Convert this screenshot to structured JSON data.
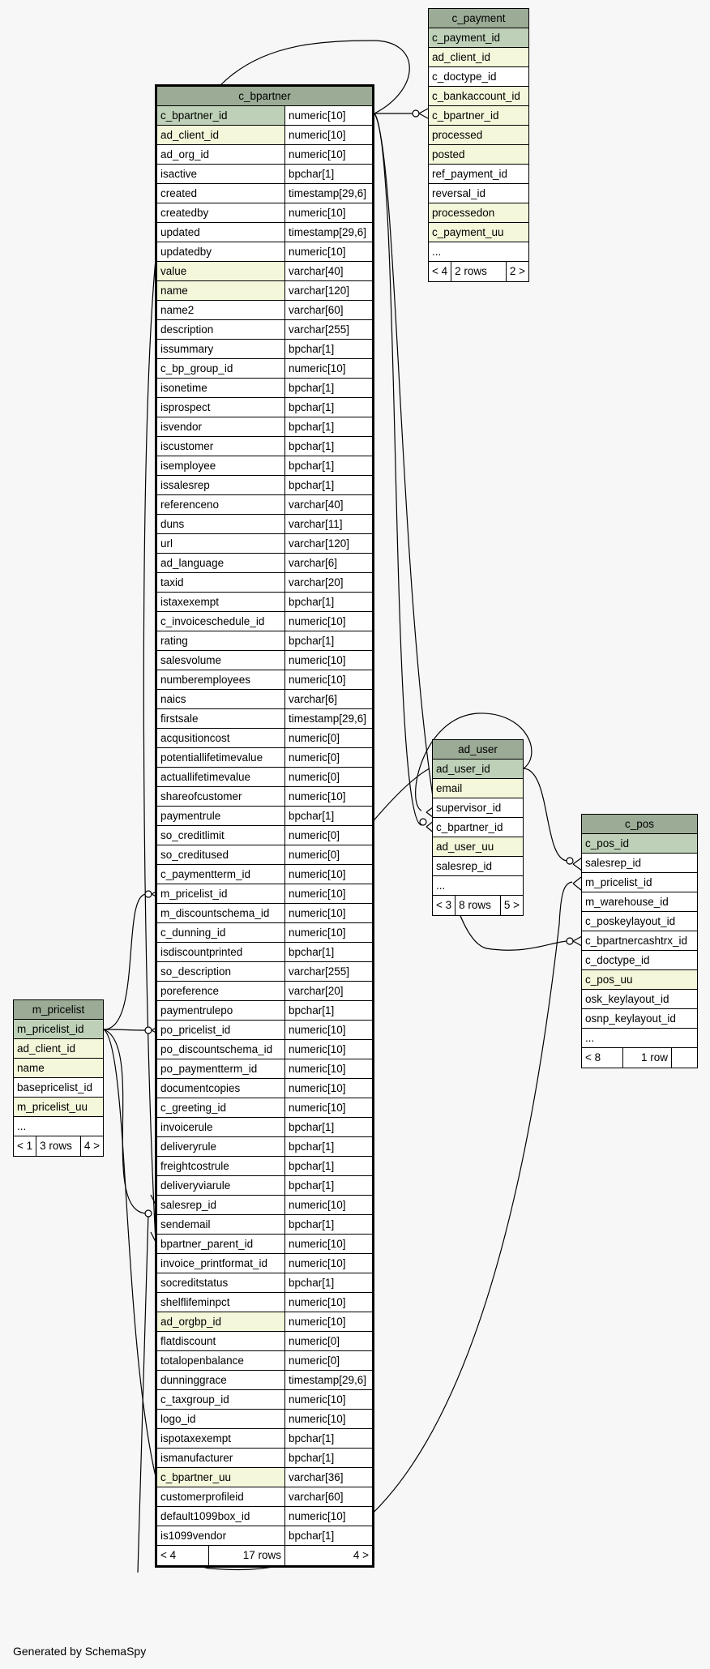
{
  "footer_text": "Generated by SchemaSpy",
  "tables": {
    "c_bpartner": {
      "name": "c_bpartner",
      "columns": [
        {
          "name": "c_bpartner_id",
          "type": "numeric[10]",
          "kind": "pk"
        },
        {
          "name": "ad_client_id",
          "type": "numeric[10]",
          "kind": "idx"
        },
        {
          "name": "ad_org_id",
          "type": "numeric[10]",
          "kind": ""
        },
        {
          "name": "isactive",
          "type": "bpchar[1]",
          "kind": ""
        },
        {
          "name": "created",
          "type": "timestamp[29,6]",
          "kind": ""
        },
        {
          "name": "createdby",
          "type": "numeric[10]",
          "kind": ""
        },
        {
          "name": "updated",
          "type": "timestamp[29,6]",
          "kind": ""
        },
        {
          "name": "updatedby",
          "type": "numeric[10]",
          "kind": ""
        },
        {
          "name": "value",
          "type": "varchar[40]",
          "kind": "idx"
        },
        {
          "name": "name",
          "type": "varchar[120]",
          "kind": "idx"
        },
        {
          "name": "name2",
          "type": "varchar[60]",
          "kind": ""
        },
        {
          "name": "description",
          "type": "varchar[255]",
          "kind": ""
        },
        {
          "name": "issummary",
          "type": "bpchar[1]",
          "kind": ""
        },
        {
          "name": "c_bp_group_id",
          "type": "numeric[10]",
          "kind": ""
        },
        {
          "name": "isonetime",
          "type": "bpchar[1]",
          "kind": ""
        },
        {
          "name": "isprospect",
          "type": "bpchar[1]",
          "kind": ""
        },
        {
          "name": "isvendor",
          "type": "bpchar[1]",
          "kind": ""
        },
        {
          "name": "iscustomer",
          "type": "bpchar[1]",
          "kind": ""
        },
        {
          "name": "isemployee",
          "type": "bpchar[1]",
          "kind": ""
        },
        {
          "name": "issalesrep",
          "type": "bpchar[1]",
          "kind": ""
        },
        {
          "name": "referenceno",
          "type": "varchar[40]",
          "kind": ""
        },
        {
          "name": "duns",
          "type": "varchar[11]",
          "kind": ""
        },
        {
          "name": "url",
          "type": "varchar[120]",
          "kind": ""
        },
        {
          "name": "ad_language",
          "type": "varchar[6]",
          "kind": ""
        },
        {
          "name": "taxid",
          "type": "varchar[20]",
          "kind": ""
        },
        {
          "name": "istaxexempt",
          "type": "bpchar[1]",
          "kind": ""
        },
        {
          "name": "c_invoiceschedule_id",
          "type": "numeric[10]",
          "kind": ""
        },
        {
          "name": "rating",
          "type": "bpchar[1]",
          "kind": ""
        },
        {
          "name": "salesvolume",
          "type": "numeric[10]",
          "kind": ""
        },
        {
          "name": "numberemployees",
          "type": "numeric[10]",
          "kind": ""
        },
        {
          "name": "naics",
          "type": "varchar[6]",
          "kind": ""
        },
        {
          "name": "firstsale",
          "type": "timestamp[29,6]",
          "kind": ""
        },
        {
          "name": "acqusitioncost",
          "type": "numeric[0]",
          "kind": ""
        },
        {
          "name": "potentiallifetimevalue",
          "type": "numeric[0]",
          "kind": ""
        },
        {
          "name": "actuallifetimevalue",
          "type": "numeric[0]",
          "kind": ""
        },
        {
          "name": "shareofcustomer",
          "type": "numeric[10]",
          "kind": ""
        },
        {
          "name": "paymentrule",
          "type": "bpchar[1]",
          "kind": ""
        },
        {
          "name": "so_creditlimit",
          "type": "numeric[0]",
          "kind": ""
        },
        {
          "name": "so_creditused",
          "type": "numeric[0]",
          "kind": ""
        },
        {
          "name": "c_paymentterm_id",
          "type": "numeric[10]",
          "kind": ""
        },
        {
          "name": "m_pricelist_id",
          "type": "numeric[10]",
          "kind": ""
        },
        {
          "name": "m_discountschema_id",
          "type": "numeric[10]",
          "kind": ""
        },
        {
          "name": "c_dunning_id",
          "type": "numeric[10]",
          "kind": ""
        },
        {
          "name": "isdiscountprinted",
          "type": "bpchar[1]",
          "kind": ""
        },
        {
          "name": "so_description",
          "type": "varchar[255]",
          "kind": ""
        },
        {
          "name": "poreference",
          "type": "varchar[20]",
          "kind": ""
        },
        {
          "name": "paymentrulepo",
          "type": "bpchar[1]",
          "kind": ""
        },
        {
          "name": "po_pricelist_id",
          "type": "numeric[10]",
          "kind": ""
        },
        {
          "name": "po_discountschema_id",
          "type": "numeric[10]",
          "kind": ""
        },
        {
          "name": "po_paymentterm_id",
          "type": "numeric[10]",
          "kind": ""
        },
        {
          "name": "documentcopies",
          "type": "numeric[10]",
          "kind": ""
        },
        {
          "name": "c_greeting_id",
          "type": "numeric[10]",
          "kind": ""
        },
        {
          "name": "invoicerule",
          "type": "bpchar[1]",
          "kind": ""
        },
        {
          "name": "deliveryrule",
          "type": "bpchar[1]",
          "kind": ""
        },
        {
          "name": "freightcostrule",
          "type": "bpchar[1]",
          "kind": ""
        },
        {
          "name": "deliveryviarule",
          "type": "bpchar[1]",
          "kind": ""
        },
        {
          "name": "salesrep_id",
          "type": "numeric[10]",
          "kind": ""
        },
        {
          "name": "sendemail",
          "type": "bpchar[1]",
          "kind": ""
        },
        {
          "name": "bpartner_parent_id",
          "type": "numeric[10]",
          "kind": ""
        },
        {
          "name": "invoice_printformat_id",
          "type": "numeric[10]",
          "kind": ""
        },
        {
          "name": "socreditstatus",
          "type": "bpchar[1]",
          "kind": ""
        },
        {
          "name": "shelflifeminpct",
          "type": "numeric[10]",
          "kind": ""
        },
        {
          "name": "ad_orgbp_id",
          "type": "numeric[10]",
          "kind": "idx"
        },
        {
          "name": "flatdiscount",
          "type": "numeric[0]",
          "kind": ""
        },
        {
          "name": "totalopenbalance",
          "type": "numeric[0]",
          "kind": ""
        },
        {
          "name": "dunninggrace",
          "type": "timestamp[29,6]",
          "kind": ""
        },
        {
          "name": "c_taxgroup_id",
          "type": "numeric[10]",
          "kind": ""
        },
        {
          "name": "logo_id",
          "type": "numeric[10]",
          "kind": ""
        },
        {
          "name": "ispotaxexempt",
          "type": "bpchar[1]",
          "kind": ""
        },
        {
          "name": "ismanufacturer",
          "type": "bpchar[1]",
          "kind": ""
        },
        {
          "name": "c_bpartner_uu",
          "type": "varchar[36]",
          "kind": "idx"
        },
        {
          "name": "customerprofileid",
          "type": "varchar[60]",
          "kind": ""
        },
        {
          "name": "default1099box_id",
          "type": "numeric[10]",
          "kind": ""
        },
        {
          "name": "is1099vendor",
          "type": "bpchar[1]",
          "kind": ""
        }
      ],
      "footer": [
        "< 4",
        "17 rows",
        "4 >"
      ]
    },
    "c_payment": {
      "name": "c_payment",
      "columns": [
        {
          "name": "c_payment_id",
          "kind": "pk"
        },
        {
          "name": "ad_client_id",
          "kind": "idx"
        },
        {
          "name": "c_doctype_id",
          "kind": ""
        },
        {
          "name": "c_bankaccount_id",
          "kind": "idx"
        },
        {
          "name": "c_bpartner_id",
          "kind": "idx"
        },
        {
          "name": "processed",
          "kind": "idx"
        },
        {
          "name": "posted",
          "kind": "idx"
        },
        {
          "name": "ref_payment_id",
          "kind": ""
        },
        {
          "name": "reversal_id",
          "kind": ""
        },
        {
          "name": "processedon",
          "kind": "idx"
        },
        {
          "name": "c_payment_uu",
          "kind": "idx"
        },
        {
          "name": "...",
          "kind": ""
        }
      ],
      "footer": [
        "< 4",
        "2 rows",
        "2 >"
      ]
    },
    "ad_user": {
      "name": "ad_user",
      "columns": [
        {
          "name": "ad_user_id",
          "kind": "pk"
        },
        {
          "name": "email",
          "kind": "idx"
        },
        {
          "name": "supervisor_id",
          "kind": ""
        },
        {
          "name": "c_bpartner_id",
          "kind": ""
        },
        {
          "name": "ad_user_uu",
          "kind": "idx"
        },
        {
          "name": "salesrep_id",
          "kind": ""
        },
        {
          "name": "...",
          "kind": ""
        }
      ],
      "footer": [
        "< 3",
        "8 rows",
        "5 >"
      ]
    },
    "c_pos": {
      "name": "c_pos",
      "columns": [
        {
          "name": "c_pos_id",
          "kind": "pk"
        },
        {
          "name": "salesrep_id",
          "kind": ""
        },
        {
          "name": "m_pricelist_id",
          "kind": ""
        },
        {
          "name": "m_warehouse_id",
          "kind": ""
        },
        {
          "name": "c_poskeylayout_id",
          "kind": ""
        },
        {
          "name": "c_bpartnercashtrx_id",
          "kind": ""
        },
        {
          "name": "c_doctype_id",
          "kind": ""
        },
        {
          "name": "c_pos_uu",
          "kind": "idx"
        },
        {
          "name": "osk_keylayout_id",
          "kind": ""
        },
        {
          "name": "osnp_keylayout_id",
          "kind": ""
        },
        {
          "name": "...",
          "kind": ""
        }
      ],
      "footer": [
        "< 8",
        "1 row",
        ""
      ]
    },
    "m_pricelist": {
      "name": "m_pricelist",
      "columns": [
        {
          "name": "m_pricelist_id",
          "kind": "pk"
        },
        {
          "name": "ad_client_id",
          "kind": "idx"
        },
        {
          "name": "name",
          "kind": "idx"
        },
        {
          "name": "basepricelist_id",
          "kind": ""
        },
        {
          "name": "m_pricelist_uu",
          "kind": "idx"
        },
        {
          "name": "...",
          "kind": ""
        }
      ],
      "footer": [
        "< 1",
        "3 rows",
        "4 >"
      ]
    }
  }
}
